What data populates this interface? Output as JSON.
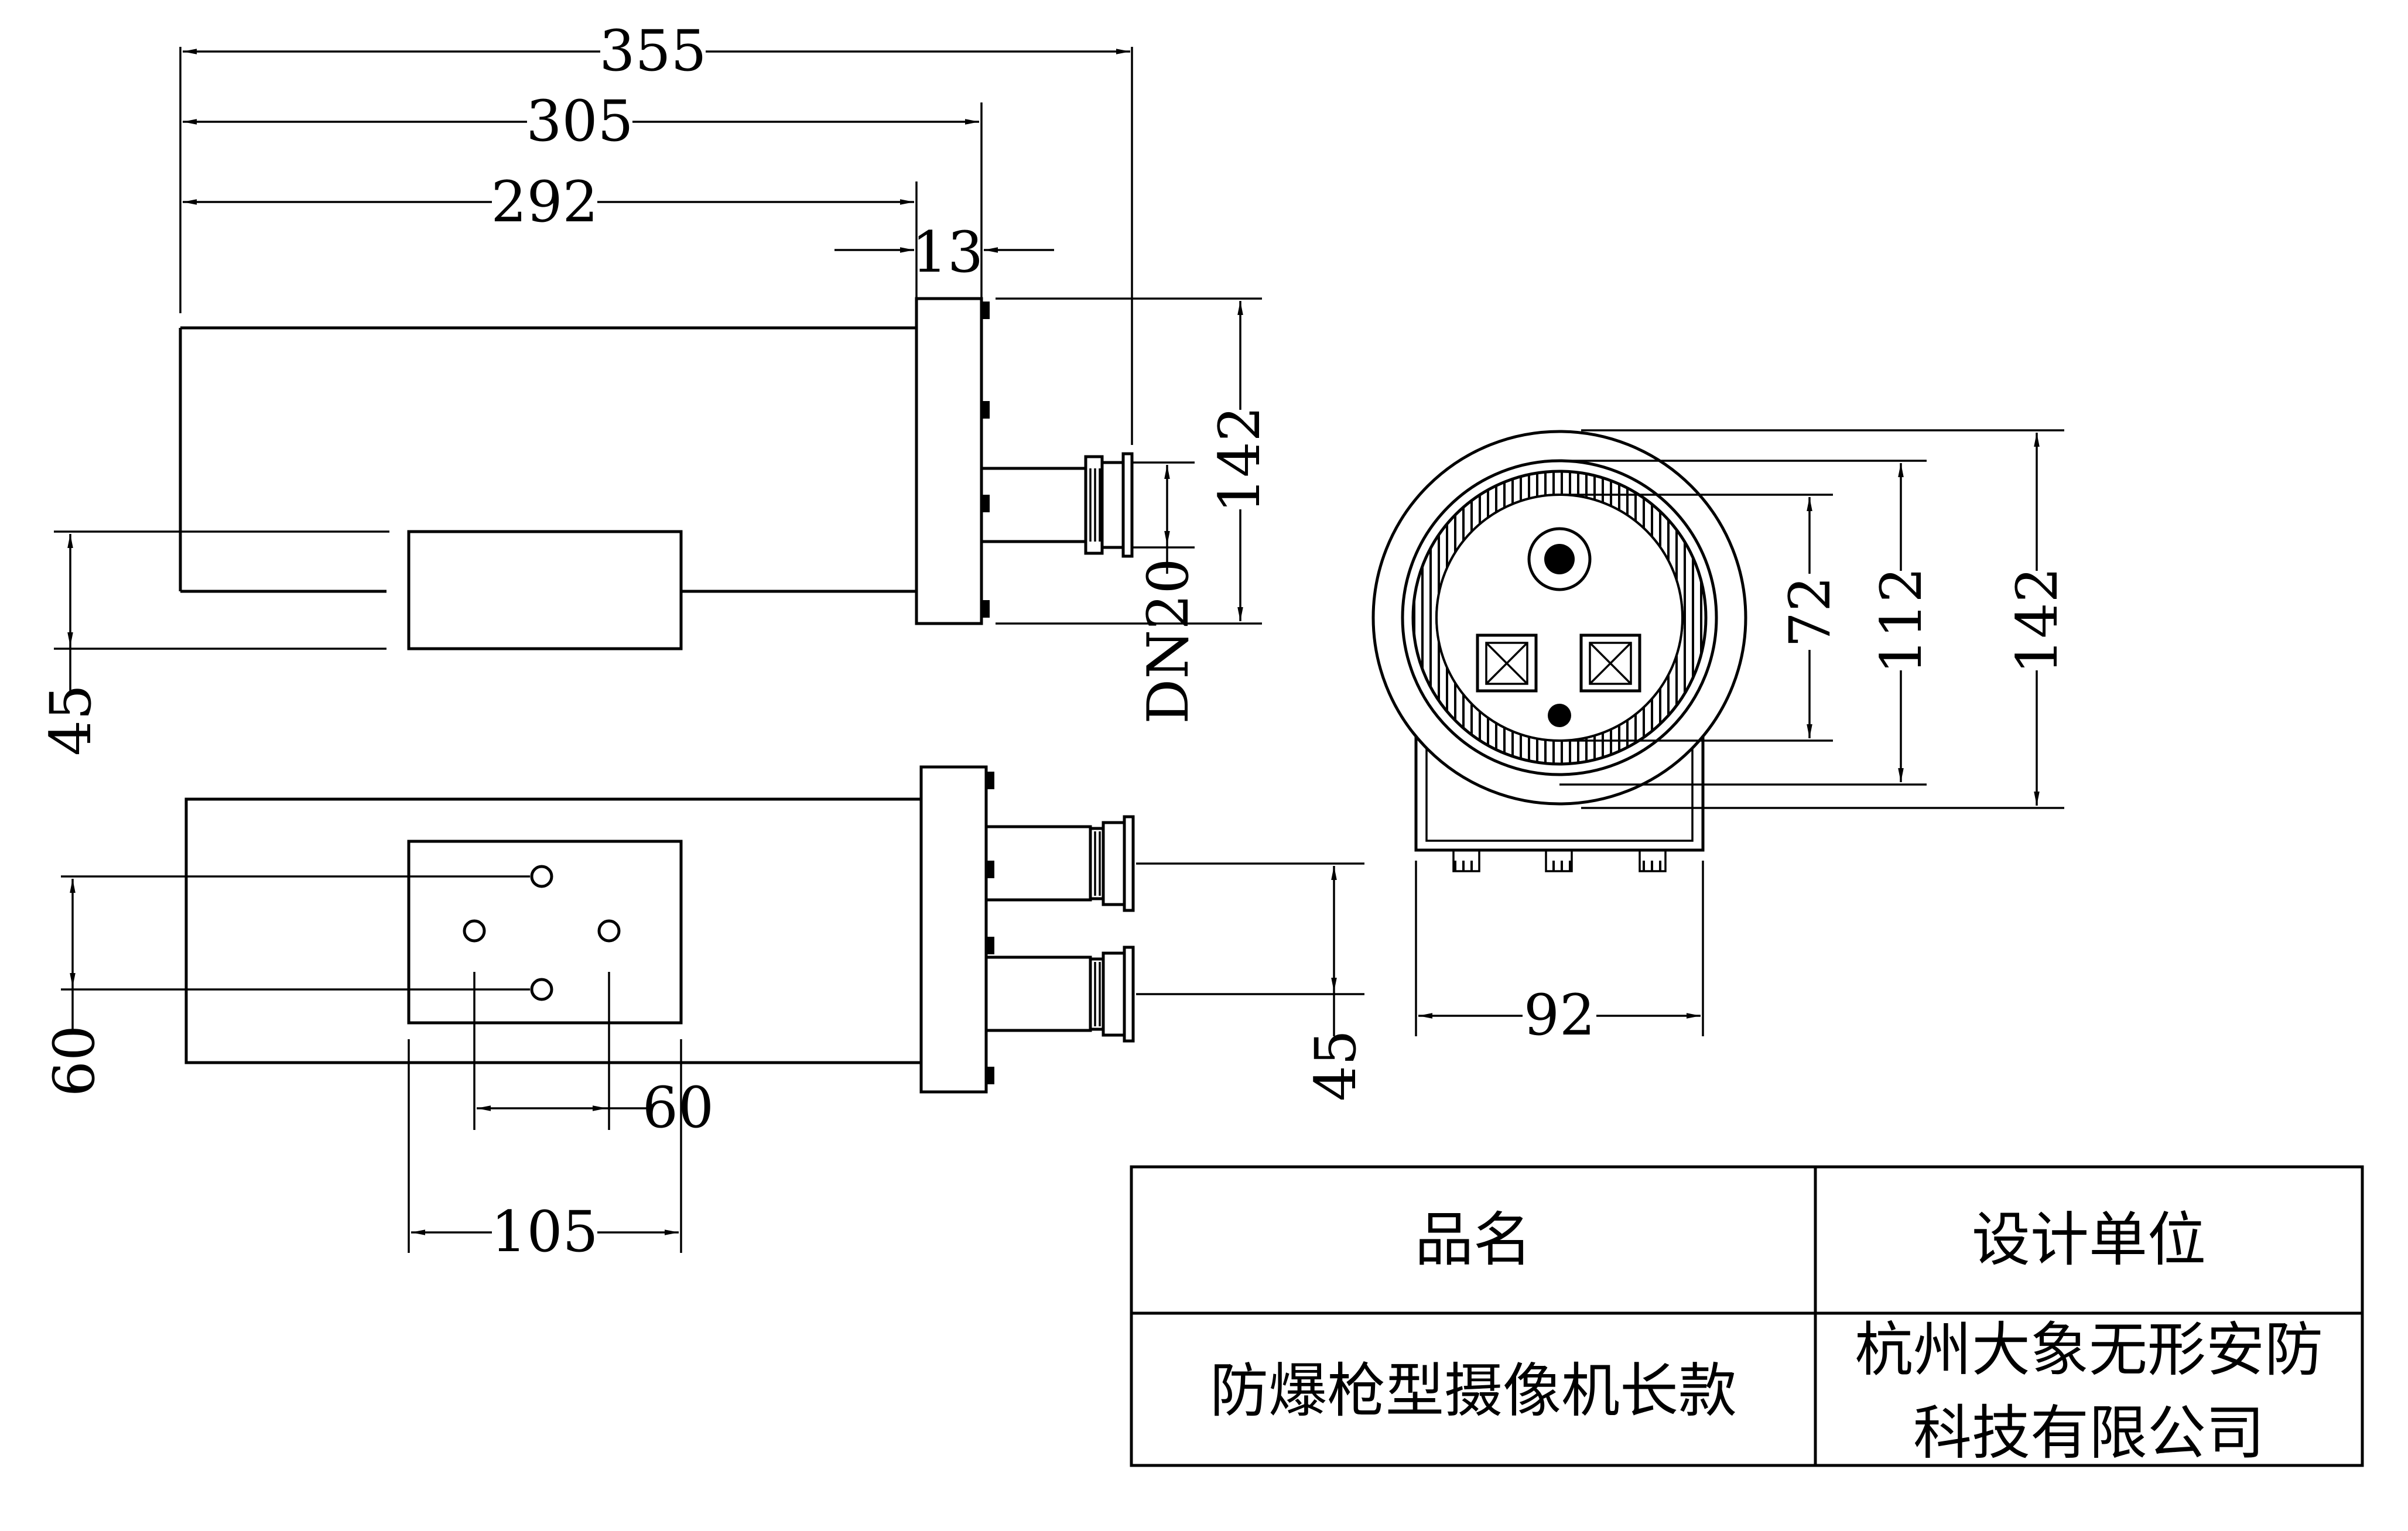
{
  "dimensions": {
    "overall_length": "355",
    "length_to_cap": "305",
    "body_length": "292",
    "flange_thickness": "13",
    "flange_height_side": "142",
    "conduit_thread": "DN20",
    "bracket_offset_side": "45",
    "bracket_hole_vertical": "60",
    "bracket_hole_horizontal": "60",
    "bracket_width": "105",
    "conduit_spacing": "45",
    "window_dia": "72",
    "inner_dia": "112",
    "outer_dia": "142",
    "base_width": "92"
  },
  "title_block": {
    "name_header": "品名",
    "designer_header": "设计单位",
    "product_name": "防爆枪型摄像机长款",
    "company_line1": "杭州大象无形安防",
    "company_line2": "科技有限公司"
  },
  "colors": {
    "line": "#000000",
    "background": "#ffffff"
  }
}
